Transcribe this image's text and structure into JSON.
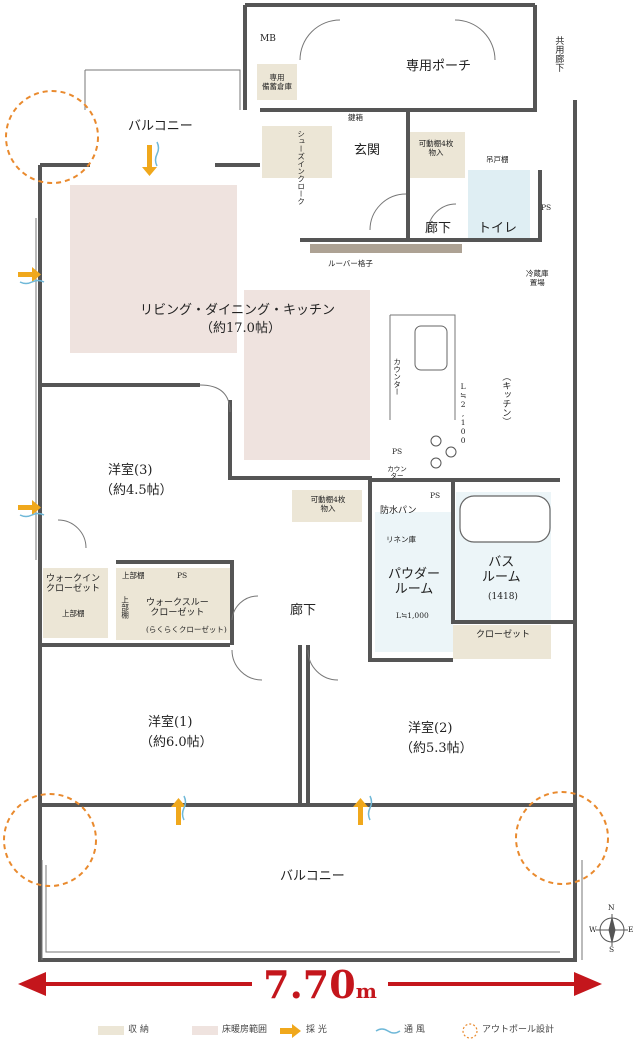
{
  "rooms": {
    "mb": "MB",
    "private_storage": "専用\n備蓄倉庫",
    "private_porch": "専用ポーチ",
    "shared_corridor": "共用廊下",
    "balcony_top": "バルコニー",
    "shoes_closet": "シューズインクローク",
    "key_box": "鍵箱",
    "entrance": "玄関",
    "movable_shelf_1": "可動棚4枚\n物入",
    "hall_1": "廊下",
    "toilet": "トイレ",
    "hand_wash": "吊戸棚",
    "ps_1": "PS",
    "louver": "ルーバー格子",
    "fridge": "冷蔵庫\n置場",
    "ldk_name": "リビング・ダイニング・キッチン",
    "ldk_size": "（約17.0帖）",
    "counter_label": "カウンター",
    "kitchen_length": "L≒2,100",
    "kitchen": "（キッチン）",
    "ps_2": "PS",
    "counter_small": "カウンター",
    "western3_name": "洋室(3)",
    "western3_size": "（約4.5帖）",
    "movable_shelf_2": "可動棚4枚\n物入",
    "waterproof_pan": "防水パン",
    "ps_3": "PS",
    "linen": "リネン庫",
    "powder_room": "パウダー\nルーム",
    "vanity_length": "L≒1,000",
    "bathroom": "バス\nルーム",
    "bath_size": "(1418)",
    "walk_in_closet": "ウォークイン\nクローゼット",
    "upper_shelf_1": "上部棚",
    "upper_shelf_2": "上部棚",
    "upper_shelf_3": "上部棚",
    "ps_4": "PS",
    "walk_through": "ウォークスルー\nクローゼット",
    "walk_through_sub": "(らくらくクローゼット)",
    "hall_2": "廊下",
    "closet": "クローゼット",
    "western1_name": "洋室(1)",
    "western1_size": "（約6.0帖）",
    "western2_name": "洋室(2)",
    "western2_size": "（約5.3帖）",
    "balcony_bottom": "バルコニー"
  },
  "compass": {
    "n": "N",
    "e": "E",
    "s": "S",
    "w": "W"
  },
  "dimension": {
    "value": "7.70",
    "unit": "m"
  },
  "legend": {
    "storage": "収 納",
    "floor_heating": "床暖房範囲",
    "daylight": "採 光",
    "ventilation": "通 風",
    "outpole": "アウトポール設計"
  },
  "colors": {
    "storage": "#ece6d6",
    "floor_heating": "#efe3df",
    "wall": "#555555",
    "daylight_arrow": "#f0a81c",
    "wind": "#6fb8d8",
    "outpole_ring": "#e98a2e",
    "dimension": "#c4161c",
    "bath_fixture": "#dfeef3"
  }
}
